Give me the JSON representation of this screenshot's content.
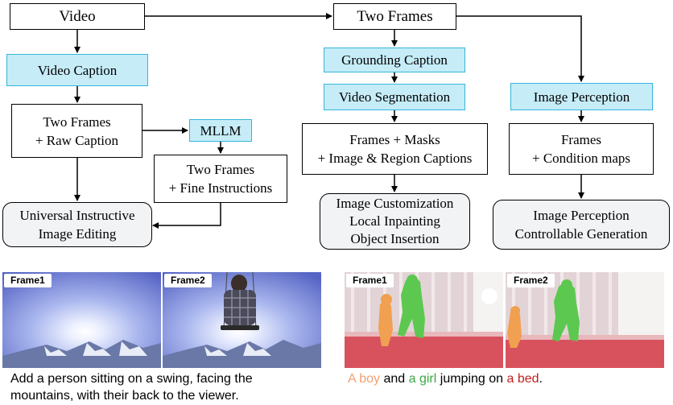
{
  "flow": {
    "video": "Video",
    "video_caption": "Video Caption",
    "two_frames_raw": [
      "Two Frames",
      "+ Raw Caption"
    ],
    "mllm": "MLLM",
    "two_frames_fine": [
      "Two Frames",
      "+ Fine Instructions"
    ],
    "universal_editing": [
      "Universal Instructive",
      "Image Editing"
    ],
    "two_frames": "Two Frames",
    "grounding_caption": "Grounding Caption",
    "video_segmentation": "Video Segmentation",
    "frames_masks": [
      "Frames + Masks",
      "+ Image & Region Captions"
    ],
    "customization_outputs": [
      "Image Customization",
      "Local Inpainting",
      "Object Insertion"
    ],
    "image_perception": "Image Perception",
    "frames_condition": [
      "Frames",
      "+ Condition maps"
    ],
    "perception_outputs": [
      "Image Perception",
      "Controllable Generation"
    ]
  },
  "examples": {
    "left": {
      "frame1": "Frame1",
      "frame2": "Frame2",
      "caption_line1": "Add a person sitting on a swing, facing the",
      "caption_line2": "mountains, with their back to the viewer."
    },
    "right": {
      "frame1": "Frame1",
      "frame2": "Frame2",
      "caption_parts": [
        "A boy",
        " and ",
        "a girl",
        " jumping on ",
        "a bed",
        "."
      ]
    }
  },
  "colors": {
    "cyan_fill": "#c6ecf8",
    "cyan_border": "#35b6d8",
    "boy": "#f0a070",
    "girl": "#3aa845",
    "bed": "#c02020"
  }
}
